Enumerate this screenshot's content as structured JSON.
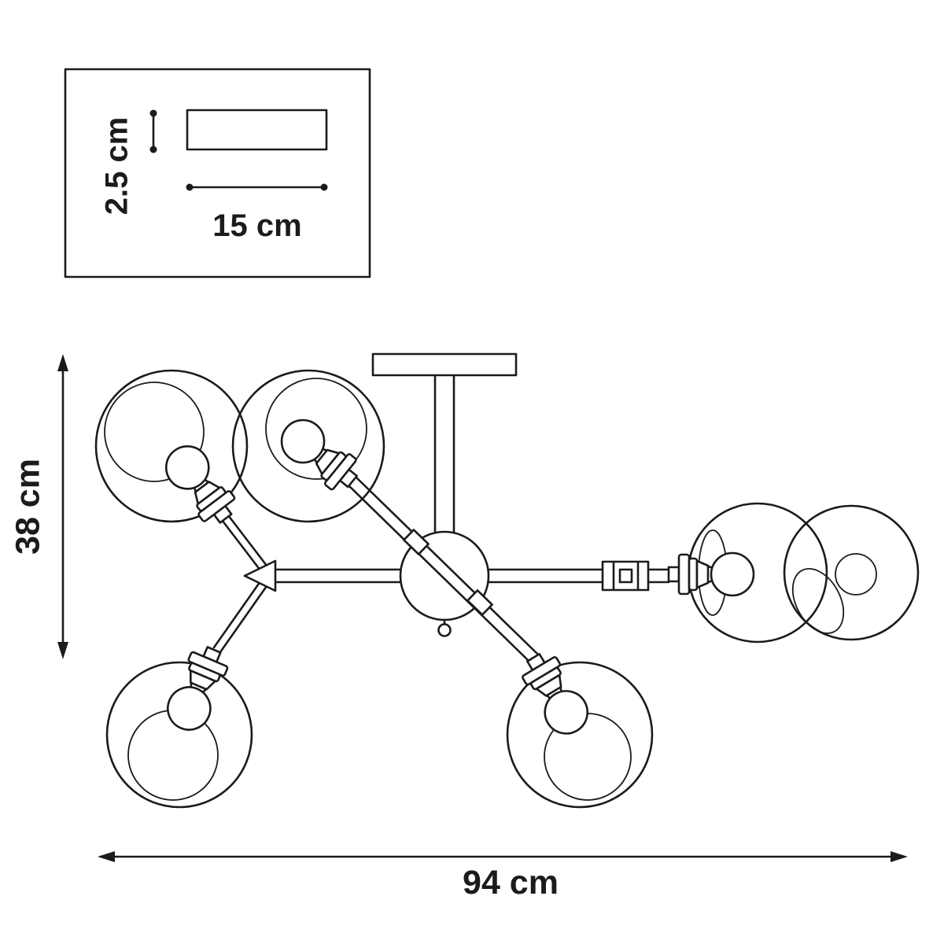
{
  "colors": {
    "line": "#1b1b1b",
    "background": "#ffffff"
  },
  "inset_panel": {
    "thickness_label": "2.5 cm",
    "length_label": "15 cm"
  },
  "overall_dimensions": {
    "height_label": "38 cm",
    "width_label": "94 cm"
  }
}
